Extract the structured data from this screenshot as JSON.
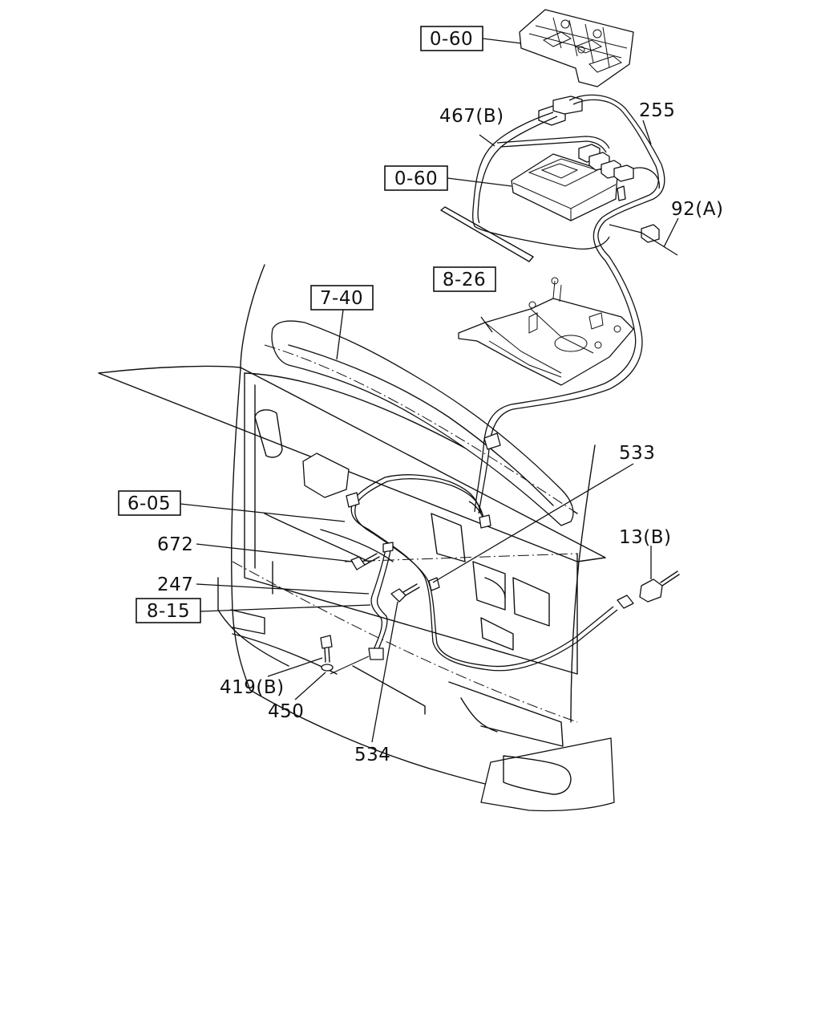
{
  "diagram": {
    "callouts": {
      "ref_0_60_top": "0-60",
      "ref_0_60_mid": "0-60",
      "ref_8_26": "8-26",
      "ref_7_40": "7-40",
      "ref_6_05": "6-05",
      "ref_8_15": "8-15",
      "part_467b": "467(B)",
      "part_255": "255",
      "part_92a": "92(A)",
      "part_533": "533",
      "part_13b": "13(B)",
      "part_672": "672",
      "part_247": "247",
      "part_419b": "419(B)",
      "part_450": "450",
      "part_534": "534"
    }
  }
}
